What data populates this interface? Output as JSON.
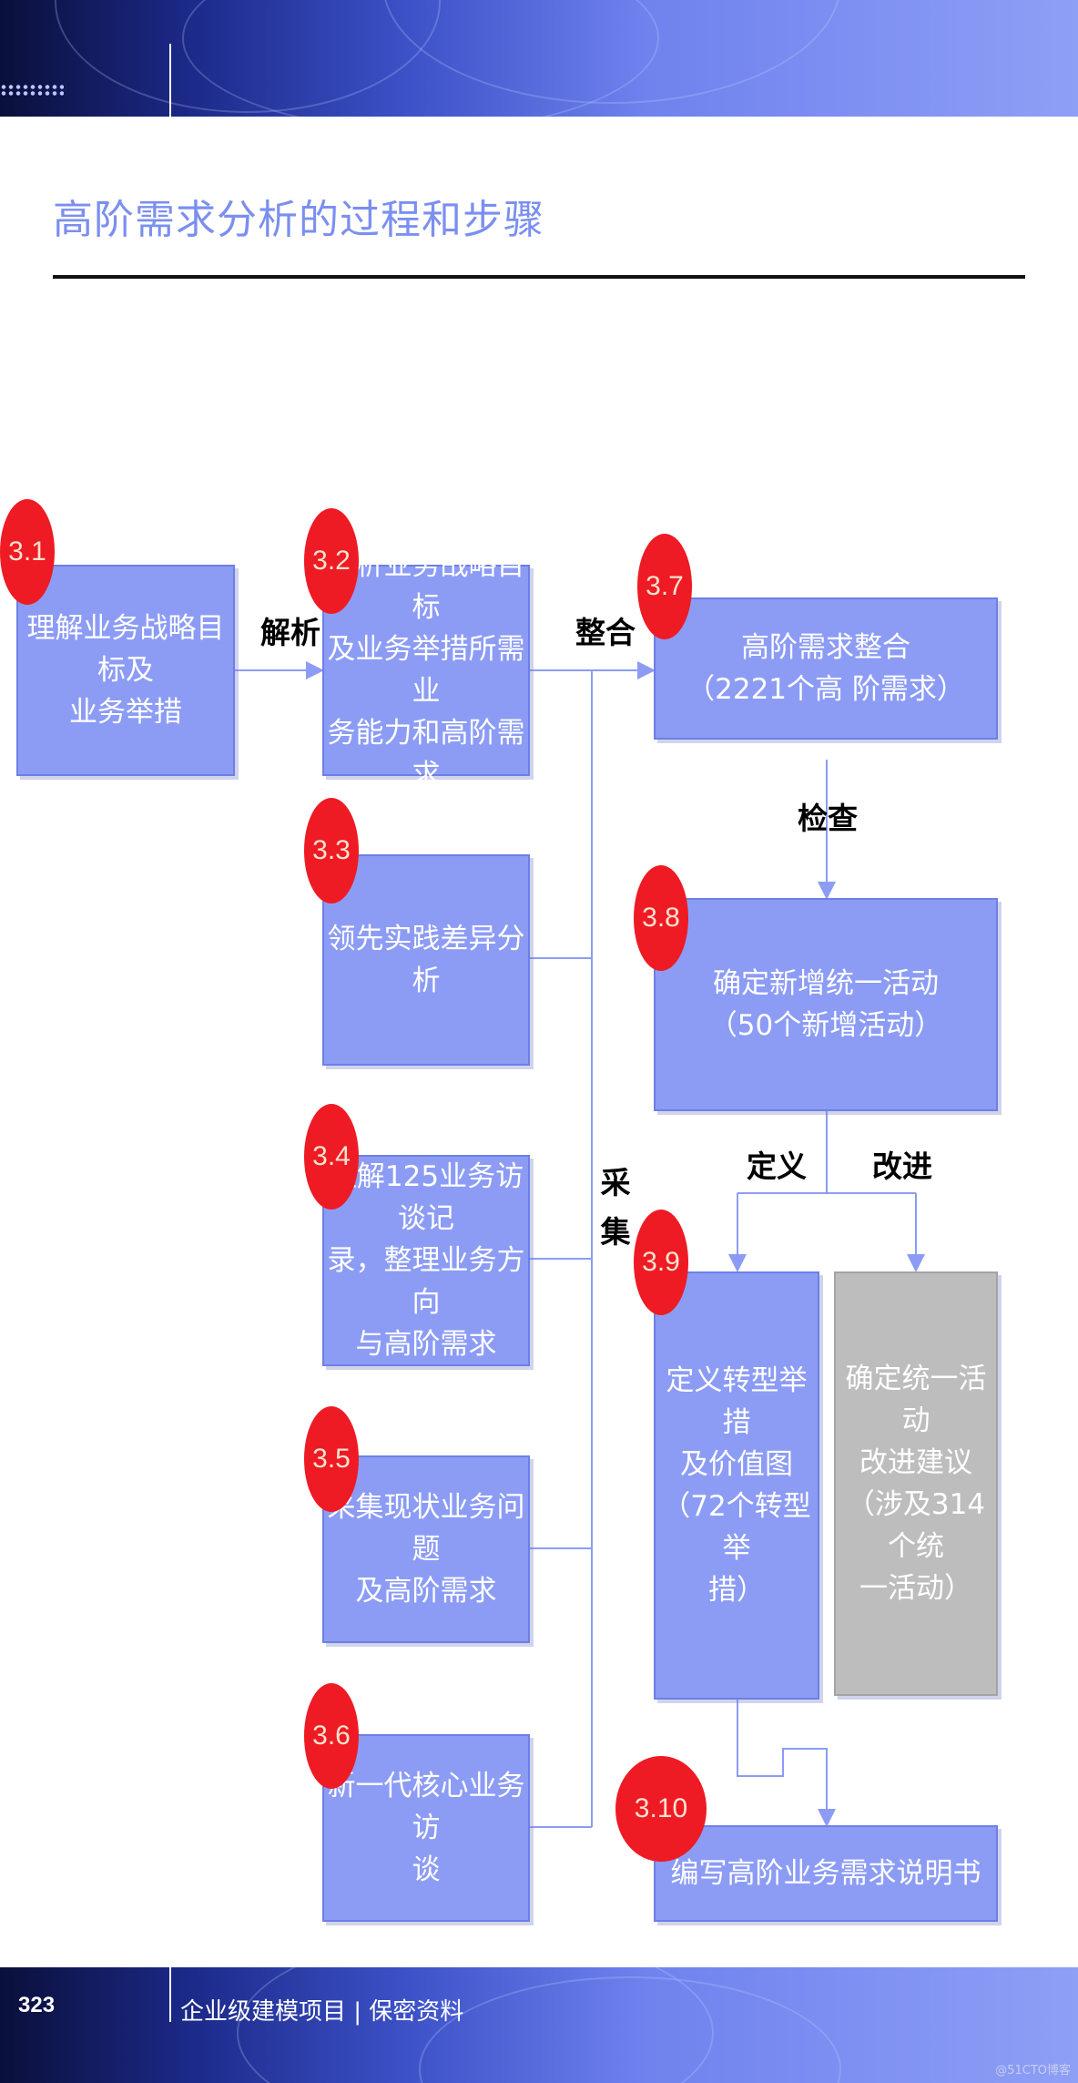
{
  "title": "高阶需求分析的过程和步骤",
  "footer": {
    "page_number": "323",
    "text": "企业级建模项目 | 保密资料",
    "watermark": "@51CTO博客"
  },
  "steps": {
    "s31": {
      "badge": "3.1",
      "lines": [
        "理解业务战略目标及",
        "业务举措"
      ]
    },
    "s32": {
      "badge": "3.2",
      "lines": [
        "解析业务战略目标",
        "及业务举措所需业",
        "务能力和高阶需求"
      ]
    },
    "s33": {
      "badge": "3.3",
      "lines": [
        "领先实践差异分析"
      ]
    },
    "s34": {
      "badge": "3.4",
      "lines": [
        "理解125业务访谈记",
        "录，整理业务方向",
        "与高阶需求"
      ]
    },
    "s35": {
      "badge": "3.5",
      "lines": [
        "采集现状业务问题",
        "及高阶需求"
      ]
    },
    "s36": {
      "badge": "3.6",
      "lines": [
        "新一代核心业务访",
        "谈"
      ]
    },
    "s37": {
      "badge": "3.7",
      "lines": [
        "高阶需求整合",
        "（2221个高 阶需求）"
      ]
    },
    "s38": {
      "badge": "3.8",
      "lines": [
        "确定新增统一活动",
        "（50个新增活动）"
      ]
    },
    "s39": {
      "badge": "3.9",
      "lines": [
        "定义转型举措",
        "及价值图",
        "（72个转型举",
        "措）"
      ]
    },
    "improve": {
      "lines": [
        "确定统一活动",
        "改进建议",
        "（涉及314个统",
        "一活动）"
      ]
    },
    "s310": {
      "badge": "3.10",
      "lines": [
        "编写高阶业务需求说明书"
      ]
    }
  },
  "labels": {
    "parse": "解析",
    "integrate": "整合",
    "check": "检查",
    "define": "定义",
    "improve": "改进",
    "collect_1": "采",
    "collect_2": "集"
  }
}
